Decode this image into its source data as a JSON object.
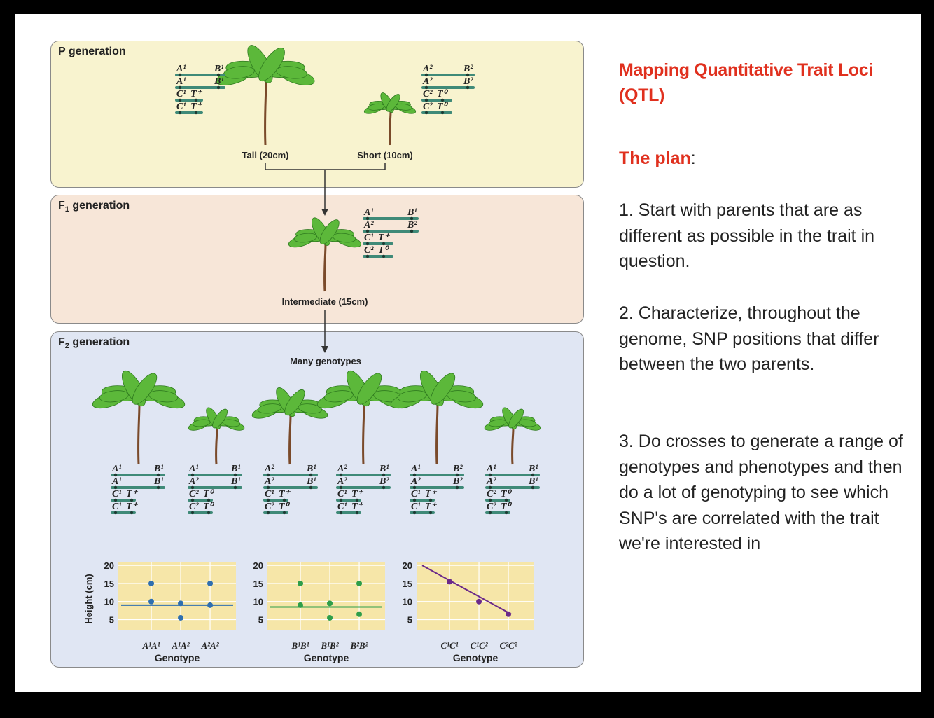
{
  "slide": {
    "title": "Mapping Quantitative Trait Loci (QTL)",
    "plan_label": "The plan",
    "plan_colon": ":",
    "steps": [
      "1. Start with parents that are as different as possible in the trait in question.",
      "2.  Characterize, throughout the genome, SNP positions that differ between the two parents.",
      "3. Do crosses to generate a range of genotypes and phenotypes and then do a lot of genotyping to see which SNP's are correlated with the trait we're interested in"
    ]
  },
  "diagram": {
    "p_generation": {
      "label_main": "P generation",
      "tall_caption": "Tall (20cm)",
      "short_caption": "Short (10cm)",
      "tall_chromosomes": [
        [
          "A¹",
          "B¹"
        ],
        [
          "A¹",
          "B¹"
        ],
        [
          "C¹",
          "T⁺"
        ],
        [
          "C¹",
          "T⁺"
        ]
      ],
      "short_chromosomes": [
        [
          "A²",
          "B²"
        ],
        [
          "A²",
          "B²"
        ],
        [
          "C²",
          "T⁰"
        ],
        [
          "C²",
          "T⁰"
        ]
      ]
    },
    "f1_generation": {
      "label_main": "F",
      "label_sub": "1",
      "label_rest": " generation",
      "caption": "Intermediate (15cm)",
      "chromosomes": [
        [
          "A¹",
          "B¹"
        ],
        [
          "A²",
          "B²"
        ],
        [
          "C¹",
          "T⁺"
        ],
        [
          "C²",
          "T⁰"
        ]
      ]
    },
    "f2_generation": {
      "label_main": "F",
      "label_sub": "2",
      "label_rest": " generation",
      "caption": "Many genotypes",
      "plants": [
        {
          "height": 20,
          "chromosomes": [
            [
              "A¹",
              "B¹"
            ],
            [
              "A¹",
              "B¹"
            ],
            [
              "C¹",
              "T⁺"
            ],
            [
              "C¹",
              "T⁺"
            ]
          ]
        },
        {
          "height": 10,
          "chromosomes": [
            [
              "A¹",
              "B¹"
            ],
            [
              "A²",
              "B¹"
            ],
            [
              "C²",
              "T⁰"
            ],
            [
              "C²",
              "T⁰"
            ]
          ]
        },
        {
          "height": 15,
          "chromosomes": [
            [
              "A²",
              "B¹"
            ],
            [
              "A²",
              "B¹"
            ],
            [
              "C¹",
              "T⁺"
            ],
            [
              "C²",
              "T⁰"
            ]
          ]
        },
        {
          "height": 20,
          "chromosomes": [
            [
              "A²",
              "B¹"
            ],
            [
              "A²",
              "B²"
            ],
            [
              "C¹",
              "T⁺"
            ],
            [
              "C¹",
              "T⁺"
            ]
          ]
        },
        {
          "height": 20,
          "chromosomes": [
            [
              "A¹",
              "B²"
            ],
            [
              "A²",
              "B²"
            ],
            [
              "C¹",
              "T⁺"
            ],
            [
              "C¹",
              "T⁺"
            ]
          ]
        },
        {
          "height": 10,
          "chromosomes": [
            [
              "A¹",
              "B¹"
            ],
            [
              "A²",
              "B¹"
            ],
            [
              "C²",
              "T⁰"
            ],
            [
              "C²",
              "T⁰"
            ]
          ]
        }
      ]
    }
  },
  "chart_data": [
    {
      "type": "scatter",
      "xlabel": "Genotype",
      "ylabel": "Height (cm)",
      "categories": [
        "A¹A¹",
        "A¹A²",
        "A²A²"
      ],
      "points": [
        {
          "x": "A¹A¹",
          "y": 15
        },
        {
          "x": "A¹A¹",
          "y": 10
        },
        {
          "x": "A¹A²",
          "y": 9.5
        },
        {
          "x": "A¹A²",
          "y": 5.5
        },
        {
          "x": "A²A²",
          "y": 15
        },
        {
          "x": "A²A²",
          "y": 9
        }
      ],
      "trend": [
        9,
        9
      ],
      "yticks": [
        5,
        10,
        15,
        20
      ],
      "ylim": [
        2,
        21
      ],
      "color": "#2f6fb0",
      "line_color": "#2f6fb0"
    },
    {
      "type": "scatter",
      "xlabel": "Genotype",
      "ylabel": "",
      "categories": [
        "B¹B¹",
        "B¹B²",
        "B²B²"
      ],
      "points": [
        {
          "x": "B¹B¹",
          "y": 15
        },
        {
          "x": "B¹B¹",
          "y": 9
        },
        {
          "x": "B¹B²",
          "y": 9.5
        },
        {
          "x": "B¹B²",
          "y": 5.5
        },
        {
          "x": "B²B²",
          "y": 15
        },
        {
          "x": "B²B²",
          "y": 6.5
        }
      ],
      "trend": [
        8.5,
        8.5
      ],
      "yticks": [
        5,
        10,
        15,
        20
      ],
      "ylim": [
        2,
        21
      ],
      "color": "#2e9e4a",
      "line_color": "#2e9e4a"
    },
    {
      "type": "scatter",
      "xlabel": "Genotype",
      "ylabel": "",
      "categories": [
        "C¹C¹",
        "C¹C²",
        "C²C²"
      ],
      "points": [
        {
          "x": "C¹C¹",
          "y": 15.5
        },
        {
          "x": "C¹C²",
          "y": 10
        },
        {
          "x": "C²C²",
          "y": 6.5
        }
      ],
      "trend": [
        20,
        6.5
      ],
      "yticks": [
        5,
        10,
        15,
        20
      ],
      "ylim": [
        2,
        21
      ],
      "color": "#6b2a8a",
      "line_color": "#6b2a8a"
    }
  ],
  "colors": {
    "title_red": "#e0301e",
    "chromosome": "#3f8a78",
    "p_panel": "#f8f3cf",
    "f1_panel": "#f7e6d8",
    "f2_panel": "#e0e6f3",
    "chart_bg": "#f6e6a8"
  }
}
